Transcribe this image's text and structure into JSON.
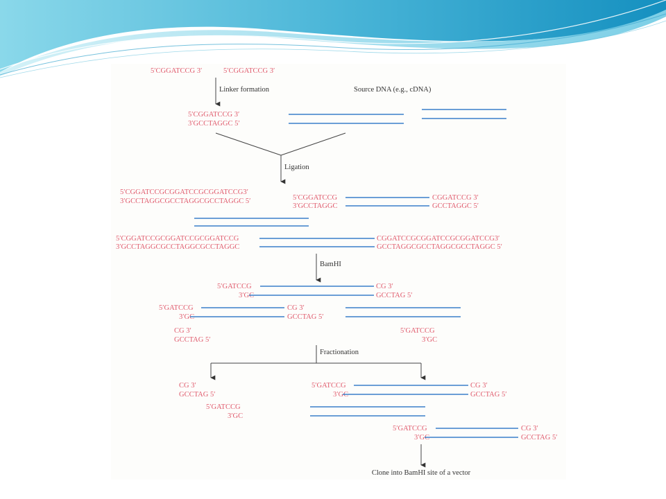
{
  "colors": {
    "sequence": "#e05a6c",
    "dna_strand": "#3a7fc9",
    "label": "#333333",
    "banner_start": "#7fd3e6",
    "banner_end": "#1a96c2"
  },
  "linkers_top": [
    "5′CGGATCCG 3′",
    "5′CGGATCCG 3′"
  ],
  "labels": {
    "linker_formation": "Linker formation",
    "source_dna": "Source DNA (e.g., cDNA)",
    "ligation": "Ligation",
    "bamhi": "BamHI",
    "fractionation": "Fractionation",
    "clone": "Clone into BamHI site of a vector"
  },
  "linker_duplex": {
    "top": "5′CGGATCCG 3′",
    "bottom": "3′GCCTAGGC 5′"
  },
  "concatemer": {
    "top": "5′CGGATCCGCGGATCCGCGGATCCG3′",
    "bottom": "3′GCCTAGGCGCCTAGGCGCCTAGGC 5′"
  },
  "ligated_single": {
    "left_top": "5′CGGATCCG",
    "left_bottom": "3′GCCTAGGC",
    "right_top": "CGGATCCG 3′",
    "right_bottom": "GCCTAGGC 5′"
  },
  "ligated_multi": {
    "left_top": "5′CGGATCCGCGGATCCGCGGATCCG",
    "left_bottom": "3′GCCTAGGCGCCTAGGCGCCTAGGC",
    "right_top": "CGGATCCGCGGATCCGCGGATCCG3′",
    "right_bottom": "GCCTAGGCGCCTAGGCGCCTAGGC 5′"
  },
  "cut_ends": {
    "left_top": "5′GATCCG",
    "left_bottom": "3′GC",
    "right_top": "CG 3′",
    "right_bottom": "GCCTAG 5′"
  }
}
